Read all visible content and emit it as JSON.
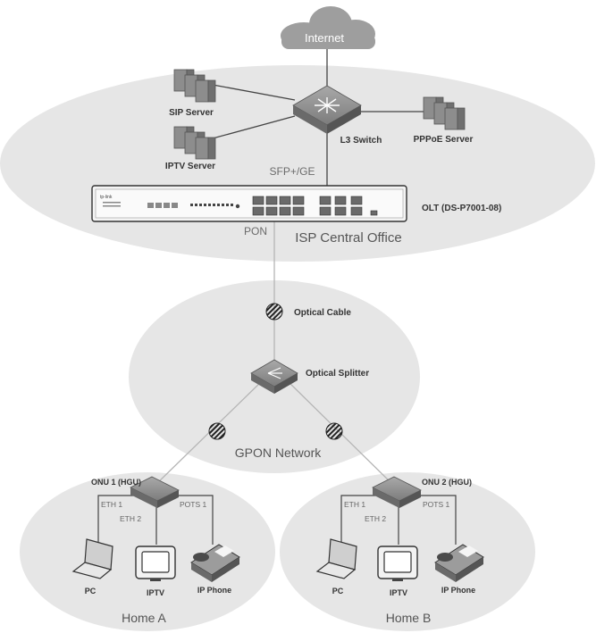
{
  "cloud": {
    "label": "Internet"
  },
  "servers": {
    "sip": "SIP Server",
    "iptv": "IPTV Server",
    "pppoe": "PPPoE Server"
  },
  "switch": {
    "label": "L3 Switch"
  },
  "olt": {
    "label": "OLT (DS-P7001-08)",
    "uplink_label": "SFP+/GE",
    "pon_label": "PON",
    "brand_text": "tp-link"
  },
  "office": {
    "label": "ISP Central Office"
  },
  "gpon": {
    "cable_label": "Optical Cable",
    "splitter_label": "Optical Splitter",
    "network_label": "GPON Network"
  },
  "home_a": {
    "label": "Home A",
    "onu_label": "ONU 1 (HGU)",
    "ports": {
      "eth1": "ETH 1",
      "eth2": "ETH 2",
      "pots1": "POTS 1"
    },
    "devices": {
      "pc": "PC",
      "iptv": "IPTV",
      "phone": "IP Phone"
    }
  },
  "home_b": {
    "label": "Home B",
    "onu_label": "ONU 2 (HGU)",
    "ports": {
      "eth1": "ETH 1",
      "eth2": "ETH 2",
      "pots1": "POTS 1"
    },
    "devices": {
      "pc": "PC",
      "iptv": "IPTV",
      "phone": "IP Phone"
    }
  }
}
